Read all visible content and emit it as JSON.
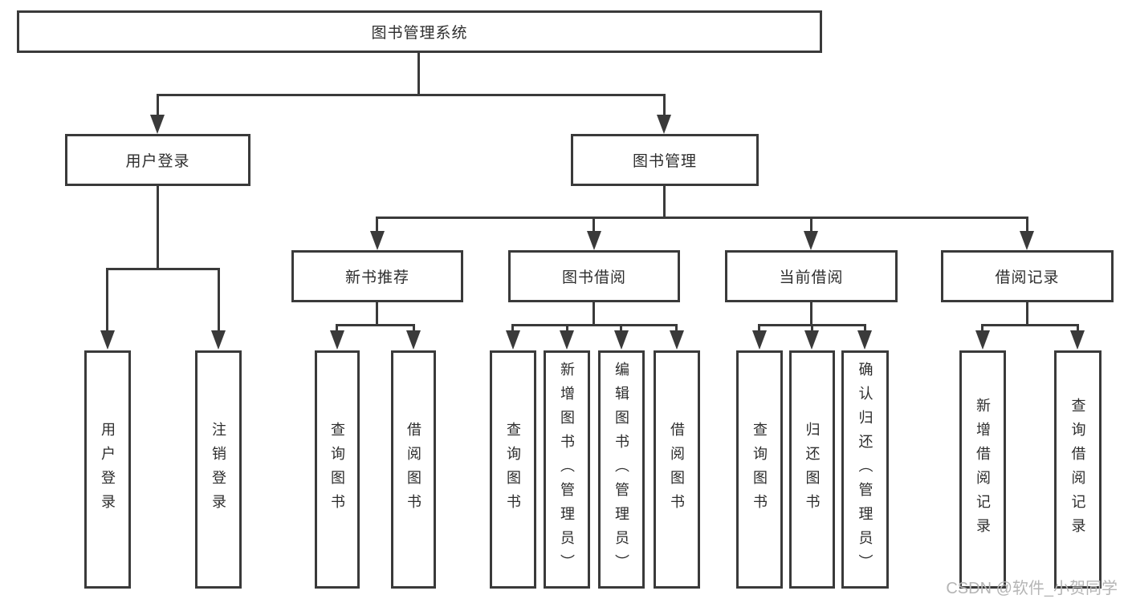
{
  "diagram": {
    "type": "hierarchy-tree",
    "root": {
      "label": "图书管理系统",
      "children": [
        {
          "label": "用户登录",
          "children": [
            {
              "label": "用户登录"
            },
            {
              "label": "注销登录"
            }
          ]
        },
        {
          "label": "图书管理",
          "children": [
            {
              "label": "新书推荐",
              "children": [
                {
                  "label": "查询图书"
                },
                {
                  "label": "借阅图书"
                }
              ]
            },
            {
              "label": "图书借阅",
              "children": [
                {
                  "label": "查询图书"
                },
                {
                  "label": "新增图书（管理员）"
                },
                {
                  "label": "编辑图书（管理员）"
                },
                {
                  "label": "借阅图书"
                }
              ]
            },
            {
              "label": "当前借阅",
              "children": [
                {
                  "label": "查询图书"
                },
                {
                  "label": "归还图书"
                },
                {
                  "label": "确认归还（管理员）"
                }
              ]
            },
            {
              "label": "借阅记录",
              "children": [
                {
                  "label": "新增借阅记录"
                },
                {
                  "label": "查询借阅记录"
                }
              ]
            }
          ]
        }
      ]
    }
  },
  "watermark": {
    "text": "CSDN @软件_小贺同学"
  },
  "colors": {
    "line": "#3a3a3a",
    "text": "#2d2d2d",
    "watermark": "#b5b5b5",
    "background": "#ffffff"
  }
}
